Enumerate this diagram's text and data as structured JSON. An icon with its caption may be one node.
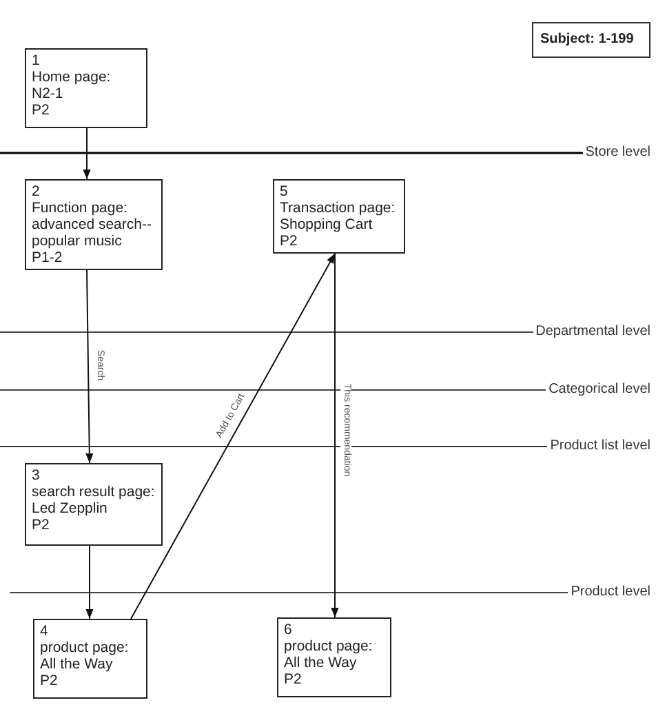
{
  "diagram": {
    "nodes": [
      {
        "text": [
          "Subject: 1-199"
        ]
      },
      {
        "text": [
          "1",
          "Home page:",
          "N2-1",
          "P2"
        ]
      },
      {
        "text": [
          "2",
          "Function page:",
          "advanced search--popular music",
          "P1-2"
        ]
      },
      {
        "text": [
          "5",
          "Transaction page:",
          "Shopping Cart",
          "P2"
        ]
      },
      {
        "text": [
          "3",
          "search result page:",
          "Led Zepplin",
          "P2"
        ]
      },
      {
        "text": [
          "4",
          "product page:",
          "All the Way",
          "P2"
        ]
      },
      {
        "text": [
          "6",
          "product page:",
          "All the Way",
          "P2"
        ]
      }
    ],
    "edges": [
      {
        "from": 1,
        "to": 2,
        "arrow": "to"
      },
      {
        "from": 2,
        "to": 4,
        "arrow": "to",
        "label": "Search"
      },
      {
        "from": 4,
        "to": 5,
        "arrow": "to"
      },
      {
        "from": 5,
        "to": 3,
        "arrow": "to",
        "label": "Add to Cart"
      },
      {
        "from": 3,
        "to": 6,
        "arrow": "to",
        "label": "This recommendation"
      }
    ],
    "labels": [
      "Store level",
      "Departmental level",
      "Categorical level",
      "Product list level",
      "Product level"
    ]
  }
}
